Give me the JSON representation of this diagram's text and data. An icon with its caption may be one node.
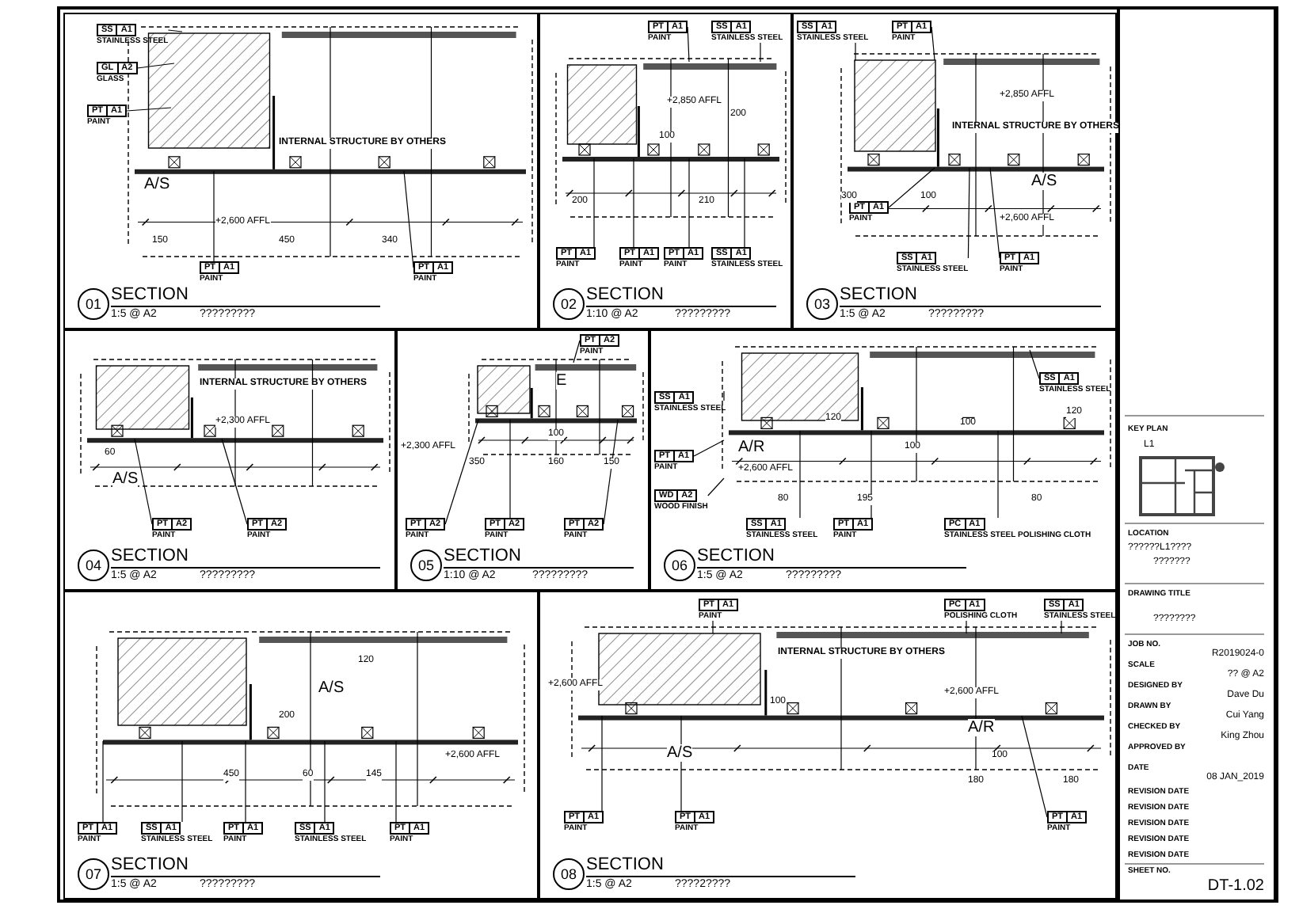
{
  "diagram": {
    "nodes": [
      {
        "text": [
          "01",
          "SECTION",
          "1:5 @ A2",
          "?????????"
        ]
      },
      {
        "text": [
          "02",
          "SECTION",
          "1:10 @ A2",
          "?????????"
        ]
      },
      {
        "text": [
          "03",
          "SECTION",
          "1:5 @ A2",
          "?????????"
        ]
      },
      {
        "text": [
          "04",
          "SECTION",
          "1:5 @ A2",
          "?????????"
        ]
      },
      {
        "text": [
          "05",
          "SECTION",
          "1:10 @ A2",
          "?????????"
        ]
      },
      {
        "text": [
          "06",
          "SECTION",
          "1:5 @ A2",
          "?????????"
        ]
      },
      {
        "text": [
          "07",
          "SECTION",
          "1:5 @ A2",
          "?????????"
        ]
      },
      {
        "text": [
          "08",
          "SECTION",
          "1:5 @ A2",
          "????2????"
        ]
      },
      {
        "text": [
          "SS",
          "A1",
          "STAINLESS STEEL"
        ],
        "in": 0
      },
      {
        "text": [
          "GL",
          "A2",
          "GLASS"
        ],
        "in": 0
      },
      {
        "text": [
          "PT",
          "A1",
          "PAINT"
        ],
        "in": 0
      },
      {
        "text": [
          "PT",
          "A1",
          "PAINT"
        ],
        "in": 0
      },
      {
        "text": [
          "PT",
          "A1",
          "PAINT"
        ],
        "in": 0
      },
      {
        "text": [
          "PT",
          "A1",
          "PAINT"
        ],
        "in": 1
      },
      {
        "text": [
          "SS",
          "A1",
          "STAINLESS STEEL"
        ],
        "in": 1
      },
      {
        "text": [
          "PT",
          "A1",
          "PAINT"
        ],
        "in": 1
      },
      {
        "text": [
          "PT",
          "A1",
          "PAINT"
        ],
        "in": 1
      },
      {
        "text": [
          "PT",
          "A1",
          "PAINT"
        ],
        "in": 1
      },
      {
        "text": [
          "SS",
          "A1",
          "STAINLESS STEEL"
        ],
        "in": 1
      },
      {
        "text": [
          "SS",
          "A1",
          "STAINLESS STEEL"
        ],
        "in": 2
      },
      {
        "text": [
          "PT",
          "A1",
          "PAINT"
        ],
        "in": 2
      },
      {
        "text": [
          "PT",
          "A1",
          "PAINT"
        ],
        "in": 2
      },
      {
        "text": [
          "SS",
          "A1",
          "STAINLESS STEEL"
        ],
        "in": 2
      },
      {
        "text": [
          "PT",
          "A1",
          "PAINT"
        ],
        "in": 2
      },
      {
        "text": [
          "PT",
          "A2",
          "PAINT"
        ],
        "in": 3
      },
      {
        "text": [
          "PT",
          "A2",
          "PAINT"
        ],
        "in": 3
      },
      {
        "text": [
          "PT",
          "A2",
          "PAINT"
        ],
        "in": 4
      },
      {
        "text": [
          "PT",
          "A2",
          "PAINT"
        ],
        "in": 4
      },
      {
        "text": [
          "PT",
          "A2",
          "PAINT"
        ],
        "in": 4
      },
      {
        "text": [
          "PT",
          "A2",
          "PAINT"
        ],
        "in": 4
      },
      {
        "text": [
          "SS",
          "A1",
          "STAINLESS STEEL"
        ],
        "in": 5
      },
      {
        "text": [
          "PT",
          "A1",
          "PAINT"
        ],
        "in": 5
      },
      {
        "text": [
          "WD",
          "A2",
          "WOOD FINISH"
        ],
        "in": 5
      },
      {
        "text": [
          "SS",
          "A1",
          "STAINLESS STEEL"
        ],
        "in": 5
      },
      {
        "text": [
          "SS",
          "A1",
          "STAINLESS STEEL"
        ],
        "in": 5
      },
      {
        "text": [
          "PT",
          "A1",
          "PAINT"
        ],
        "in": 5
      },
      {
        "text": [
          "PC",
          "A1",
          "STAINLESS STEEL POLISHING CLOTH"
        ],
        "in": 5
      },
      {
        "text": [
          "PT",
          "A1",
          "PAINT"
        ],
        "in": 6
      },
      {
        "text": [
          "SS",
          "A1",
          "STAINLESS STEEL"
        ],
        "in": 6
      },
      {
        "text": [
          "PT",
          "A1",
          "PAINT"
        ],
        "in": 6
      },
      {
        "text": [
          "SS",
          "A1",
          "STAINLESS STEEL"
        ],
        "in": 6
      },
      {
        "text": [
          "PT",
          "A1",
          "PAINT"
        ],
        "in": 6
      },
      {
        "text": [
          "PT",
          "A1",
          "PAINT"
        ],
        "in": 7
      },
      {
        "text": [
          "PC",
          "A1",
          "POLISHING CLOTH"
        ],
        "in": 7
      },
      {
        "text": [
          "SS",
          "A1",
          "STAINLESS STEEL"
        ],
        "in": 7
      },
      {
        "text": [
          "PT",
          "A1",
          "PAINT"
        ],
        "in": 7
      },
      {
        "text": [
          "PT",
          "A1",
          "PAINT"
        ],
        "in": 7
      },
      {
        "text": [
          "PT",
          "A1",
          "PAINT"
        ],
        "in": 7
      }
    ],
    "edges": [
      {
        "from": 8,
        "to": null,
        "arrow": "none"
      },
      {
        "from": 9,
        "to": null,
        "arrow": "none"
      },
      {
        "from": 10,
        "to": null,
        "arrow": "none"
      },
      {
        "from": 11,
        "to": null,
        "arrow": "none"
      },
      {
        "from": 12,
        "to": null,
        "arrow": "none"
      },
      {
        "from": 13,
        "to": null,
        "arrow": "none"
      },
      {
        "from": 14,
        "to": null,
        "arrow": "none"
      },
      {
        "from": 15,
        "to": null,
        "arrow": "none"
      },
      {
        "from": 16,
        "to": null,
        "arrow": "none"
      },
      {
        "from": 17,
        "to": null,
        "arrow": "none"
      },
      {
        "from": 18,
        "to": null,
        "arrow": "none"
      },
      {
        "from": 19,
        "to": null,
        "arrow": "none"
      },
      {
        "from": 20,
        "to": null,
        "arrow": "none"
      },
      {
        "from": 21,
        "to": null,
        "arrow": "none"
      },
      {
        "from": 22,
        "to": null,
        "arrow": "none"
      },
      {
        "from": 23,
        "to": null,
        "arrow": "none"
      },
      {
        "from": 24,
        "to": null,
        "arrow": "none"
      },
      {
        "from": 25,
        "to": null,
        "arrow": "none"
      },
      {
        "from": 26,
        "to": null,
        "arrow": "none"
      },
      {
        "from": 27,
        "to": null,
        "arrow": "none"
      },
      {
        "from": 28,
        "to": null,
        "arrow": "none"
      },
      {
        "from": 29,
        "to": null,
        "arrow": "none"
      },
      {
        "from": 30,
        "to": null,
        "arrow": "none"
      },
      {
        "from": 31,
        "to": null,
        "arrow": "none"
      },
      {
        "from": 32,
        "to": null,
        "arrow": "none"
      },
      {
        "from": 33,
        "to": null,
        "arrow": "none"
      },
      {
        "from": 34,
        "to": null,
        "arrow": "none"
      },
      {
        "from": 35,
        "to": null,
        "arrow": "none"
      },
      {
        "from": 36,
        "to": null,
        "arrow": "none"
      },
      {
        "from": 37,
        "to": null,
        "arrow": "none"
      },
      {
        "from": 38,
        "to": null,
        "arrow": "none"
      },
      {
        "from": 39,
        "to": null,
        "arrow": "none"
      },
      {
        "from": 40,
        "to": null,
        "arrow": "none"
      },
      {
        "from": 41,
        "to": null,
        "arrow": "none"
      },
      {
        "from": 42,
        "to": null,
        "arrow": "none"
      },
      {
        "from": 43,
        "to": null,
        "arrow": "none"
      },
      {
        "from": 44,
        "to": null,
        "arrow": "none"
      },
      {
        "from": 45,
        "to": null,
        "arrow": "none"
      },
      {
        "from": 46,
        "to": null,
        "arrow": "none"
      },
      {
        "from": 47,
        "to": null,
        "arrow": "none"
      }
    ],
    "labels": [
      "INTERNAL STRUCTURE BY OTHERS",
      "A/S",
      "+2,600 AFFL",
      "150",
      "450",
      "340",
      "+2,850 AFFL",
      "200",
      "100",
      "200",
      "210",
      "+2,850 AFFL",
      "INTERNAL STRUCTURE BY OTHERS",
      "A/S",
      "300",
      "100",
      "+2,600 AFFL",
      "INTERNAL STRUCTURE BY OTHERS",
      "+2,300 AFFL",
      "60",
      "A/S",
      "E",
      "100",
      "+2,300 AFFL",
      "350",
      "160",
      "150",
      "A/R",
      "120",
      "100",
      "120",
      "100",
      "+2,600 AFFL",
      "80",
      "195",
      "80",
      "120",
      "A/S",
      "200",
      "+2,600 AFFL",
      "450",
      "60",
      "145",
      "INTERNAL STRUCTURE BY OTHERS",
      "+2,600 AFFL",
      "+2,600 AFFL",
      "100",
      "A/R",
      "A/S",
      "100",
      "180",
      "180",
      "KEY PLAN",
      "L1",
      "LOCATION",
      "??????L1????",
      "???????",
      "DRAWING TITLE",
      "????????",
      "JOB NO.",
      "R2019024-0",
      "SCALE",
      "?? @ A2",
      "DESIGNED BY",
      "Dave Du",
      "DRAWN BY",
      "Cui Yang",
      "CHECKED BY",
      "King Zhou",
      "APPROVED BY",
      "DATE",
      "08 JAN_2019",
      "REVISION DATE",
      "REVISION DATE",
      "REVISION DATE",
      "REVISION DATE",
      "REVISION DATE",
      "SHEET NO.",
      "DT-1.02"
    ]
  }
}
